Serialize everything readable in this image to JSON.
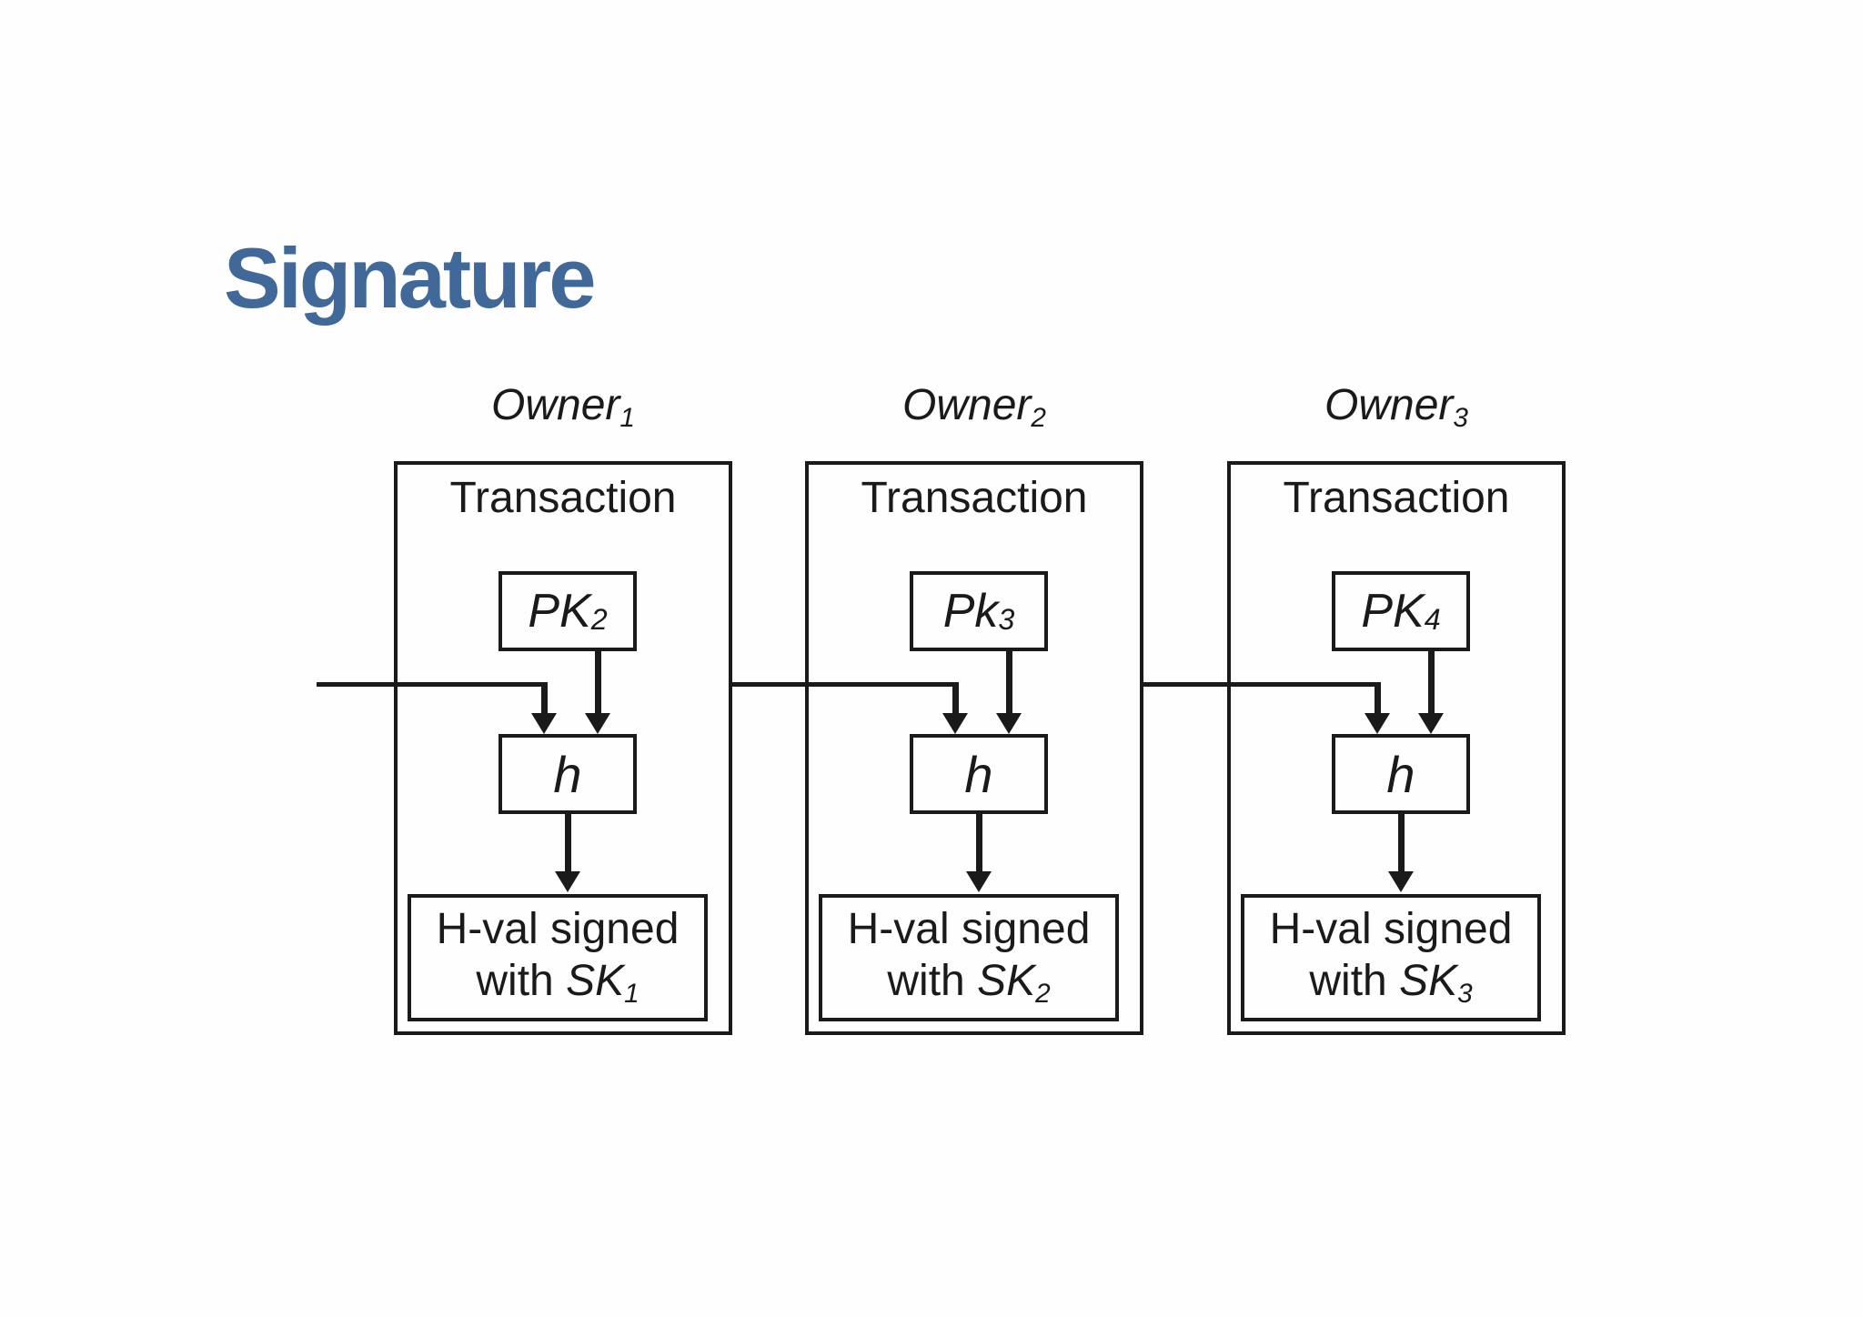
{
  "title": "Signature",
  "colors": {
    "title_blue": "#406898",
    "ink": "#1a1a1a",
    "background": "#fefefe"
  },
  "columns": [
    {
      "owner": {
        "base": "Owner",
        "sub": "1"
      },
      "box_label": "Transaction",
      "pk": {
        "base": "PK",
        "sub": "2"
      },
      "hash": "h",
      "hval": {
        "line1": "H-val signed",
        "line2_prefix": "with ",
        "sk_base": "SK",
        "sk_sub": "1"
      }
    },
    {
      "owner": {
        "base": "Owner",
        "sub": "2"
      },
      "box_label": "Transaction",
      "pk": {
        "base": "Pk",
        "sub": "3"
      },
      "hash": "h",
      "hval": {
        "line1": "H-val signed",
        "line2_prefix": "with ",
        "sk_base": "SK",
        "sk_sub": "2"
      }
    },
    {
      "owner": {
        "base": "Owner",
        "sub": "3"
      },
      "box_label": "Transaction",
      "pk": {
        "base": "PK",
        "sub": "4"
      },
      "hash": "h",
      "hval": {
        "line1": "H-val signed",
        "line2_prefix": "with ",
        "sk_base": "SK",
        "sk_sub": "3"
      }
    }
  ]
}
